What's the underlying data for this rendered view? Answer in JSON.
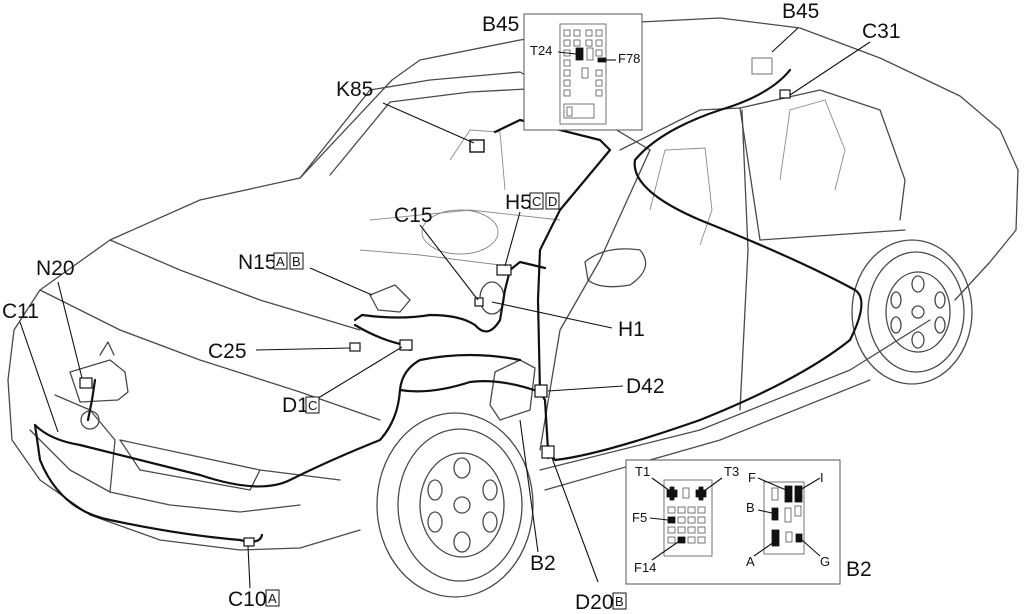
{
  "labels": {
    "b45_top": "B45",
    "b45_right": "B45",
    "c31": "C31",
    "k85": "K85",
    "c15": "C15",
    "h5": "H5",
    "h5_tag1": "C",
    "h5_tag2": "D",
    "n20": "N20",
    "n15": "N15",
    "n15_tag1": "A",
    "n15_tag2": "B",
    "c11": "C11",
    "c25": "C25",
    "d1": "D1",
    "d1_tag": "C",
    "h1": "H1",
    "d42": "D42",
    "b2": "B2",
    "c10": "C10",
    "c10_tag": "A",
    "d20": "D20",
    "d20_tag": "B"
  },
  "inset_b45": {
    "t24": "T24",
    "f78": "F78"
  },
  "inset_b2": {
    "t1": "T1",
    "t3": "T3",
    "f5": "F5",
    "f14": "F14",
    "f": "F",
    "i": "I",
    "b": "B",
    "a": "A",
    "g": "G",
    "b2": "B2"
  }
}
